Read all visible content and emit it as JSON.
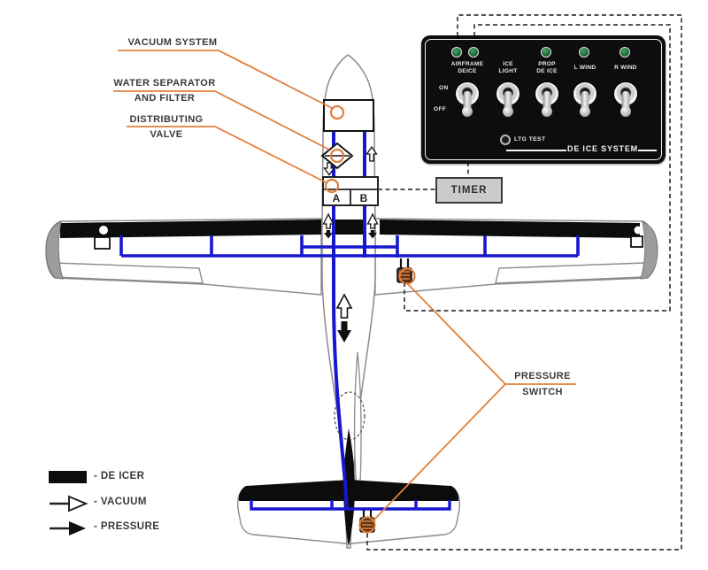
{
  "diagram": {
    "labels": {
      "vacuum_system": "VACUUM SYSTEM",
      "water_separator_line1": "WATER SEPARATOR",
      "water_separator_line2": "AND FILTER",
      "distributing_line1": "DISTRIBUTING",
      "distributing_line2": "VALVE",
      "pressure_line1": "PRESSURE",
      "pressure_line2": "SWITCH",
      "valve_port_a": "A",
      "valve_port_b": "B",
      "timer": "TIMER"
    },
    "legend": [
      {
        "symbol": "de-icer-swatch",
        "label": "- DE ICER"
      },
      {
        "symbol": "vacuum-arrow",
        "label": "- VACUUM"
      },
      {
        "symbol": "pressure-arrow",
        "label": "- PRESSURE"
      }
    ],
    "panel": {
      "title": "DE ICE SYSTEM",
      "on_label": "ON",
      "off_label": "OFF",
      "ltg_test_label": "LTG TEST",
      "switches": [
        {
          "line1": "AIRFRAME",
          "line2": "DEICE"
        },
        {
          "line1": "ICE",
          "line2": "LIGHT"
        },
        {
          "line1": "PROP",
          "line2": "DE ICE"
        },
        {
          "line1": "L WIND",
          "line2": ""
        },
        {
          "line1": "R WIND",
          "line2": ""
        }
      ]
    },
    "colors": {
      "pipe_blue": "#1717cf",
      "leader_orange": "#e0803d",
      "panel_black": "#0d0d0d",
      "led_green": "#1d6b38",
      "deicer_black": "#0c0c0c",
      "outline_gray": "#8a8a8a",
      "text_dark": "#3a3a3a"
    }
  }
}
